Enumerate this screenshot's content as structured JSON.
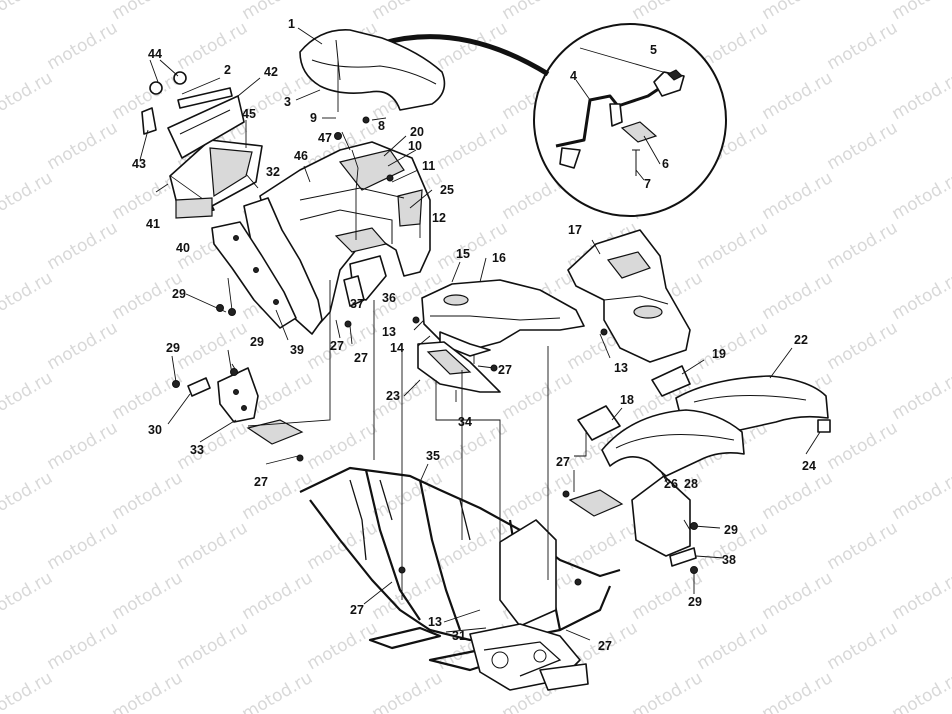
{
  "watermark": "motod.ru",
  "callouts": [
    "1",
    "2",
    "3",
    "4",
    "5",
    "6",
    "7",
    "8",
    "9",
    "10",
    "11",
    "12",
    "13",
    "14",
    "15",
    "16",
    "17",
    "18",
    "19",
    "20",
    "22",
    "23",
    "24",
    "25",
    "26",
    "27",
    "28",
    "29",
    "30",
    "31",
    "32",
    "33",
    "34",
    "35",
    "36",
    "37",
    "38",
    "39",
    "40",
    "41",
    "42",
    "43",
    "44",
    "45",
    "46",
    "47"
  ]
}
